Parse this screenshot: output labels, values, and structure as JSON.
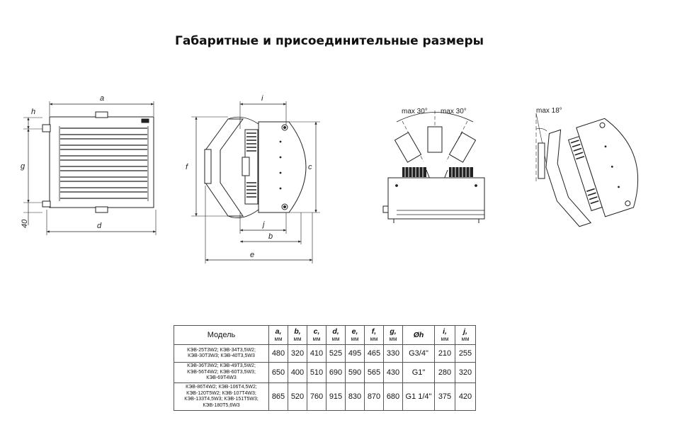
{
  "title": "Габаритные и присоединительные размеры",
  "drawings": {
    "dims_front": {
      "a": "a",
      "h": "h",
      "g": "g",
      "d": "d",
      "forty": "40"
    },
    "dims_side": {
      "i": "i",
      "f": "f",
      "c": "c",
      "j": "j",
      "b": "b",
      "e": "e"
    },
    "angles": {
      "left": "max 30°",
      "right": "max 30°",
      "tilt": "max 18°"
    }
  },
  "table": {
    "headers": [
      {
        "sym": "Модель",
        "unit": ""
      },
      {
        "sym": "a,",
        "unit": "мм"
      },
      {
        "sym": "b,",
        "unit": "мм"
      },
      {
        "sym": "c,",
        "unit": "мм"
      },
      {
        "sym": "d,",
        "unit": "мм"
      },
      {
        "sym": "e,",
        "unit": "мм"
      },
      {
        "sym": "f,",
        "unit": "мм"
      },
      {
        "sym": "g,",
        "unit": "мм"
      },
      {
        "sym": "Øh",
        "unit": ""
      },
      {
        "sym": "i,",
        "unit": "мм"
      },
      {
        "sym": "j,",
        "unit": "мм"
      }
    ],
    "rows": [
      {
        "models": [
          "КЭВ-25Т3W2; КЭВ-34Т3,5W2;",
          "КЭВ-30Т3W3; КЭВ-40Т3,5W3"
        ],
        "a": "480",
        "b": "320",
        "c": "410",
        "d": "525",
        "e": "495",
        "f": "465",
        "g": "330",
        "h": "G3/4\"",
        "i": "210",
        "j": "255"
      },
      {
        "models": [
          "КЭВ-36Т3W2; КЭВ-49Т3,5W2;",
          "КЭВ-56Т4W2; КЭВ-60Т3,5W3;",
          "КЭВ-69Т4W3"
        ],
        "a": "650",
        "b": "400",
        "c": "510",
        "d": "690",
        "e": "590",
        "f": "565",
        "g": "430",
        "h": "G1\"",
        "i": "280",
        "j": "320"
      },
      {
        "models": [
          "КЭВ-86Т4W2; КЭВ-106Т4,5W2;",
          "КЭВ-120Т5W2; КЭВ-107Т4W3;",
          "КЭВ-133Т4,5W3; КЭВ-151Т5W3;",
          "КЭВ-180Т5,6W3"
        ],
        "a": "865",
        "b": "520",
        "c": "760",
        "d": "915",
        "e": "830",
        "f": "870",
        "g": "680",
        "h": "G1 1/4\"",
        "i": "375",
        "j": "420"
      }
    ]
  }
}
